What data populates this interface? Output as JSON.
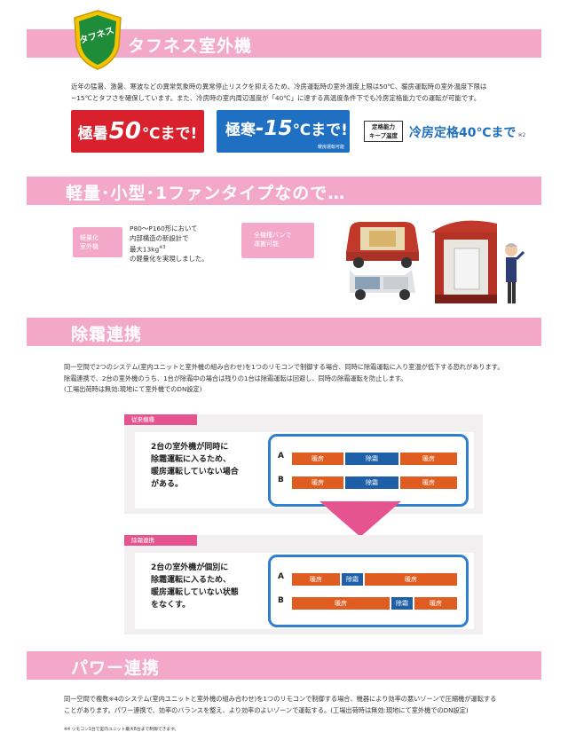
{
  "toughness": {
    "badge_text": "タフネス",
    "title": "タフネス室外機",
    "paragraph": [
      "近年の猛暑、激暑、寒波などの異常気象時の異常停止リスクを抑えるため、冷房運転時の室外温度上限は50℃、暖房運転時の室外温度下限は",
      "−15℃とタフさを確保しています。また、冷房時の室内周辺温度が「40℃」に達する高温度条件下でも冷房定格能力での運転が可能です。"
    ],
    "heat_box": {
      "prefix": "極暑",
      "big": "50",
      "suffix": "℃まで!"
    },
    "cold_box": {
      "prefix": "極寒",
      "big": "-15",
      "suffix": "℃まで!",
      "note": "暖房運転可能"
    },
    "keep_label": [
      "定格能力",
      "キープ温度"
    ],
    "cool_label": "冷房定格40℃まで",
    "cool_note": "※2",
    "colors": {
      "red": "#d9212e",
      "blue": "#1f6fc2",
      "pink": "#f3a7c9"
    }
  },
  "light": {
    "title": "軽量･小型･1ファンタイプなので…",
    "tag1": [
      "軽量化",
      "室外機"
    ],
    "desc": [
      "P80〜P160形において",
      "内部構造の新設計で",
      "最大13kg",
      "の軽量化を実現しました。"
    ],
    "desc_sup": "※3",
    "tag2": [
      "全機種バンで",
      "運搬可能"
    ]
  },
  "defrost": {
    "title": "除霜連携",
    "paragraph": [
      "同一空間で2つのシステム(室内ユニットと室外機の組み合わせ)を1つのリモコンで制御する場合、同時に除霜運転に入り室温が低下する恐れがあります。",
      "除霜連携で、2台の室外機のうち、1台が除霜中の場合は残りの1台は除霜運転は回避し、同時の除霜運転を防止します。",
      "(工場出荷時は無効:現地にて室外機でのDN設定)"
    ],
    "before": {
      "tag": "従来機種",
      "text": [
        "2台の室外機が同時に",
        "除霜運転に入るため、",
        "暖房運転していない場合",
        "がある。"
      ],
      "rows": [
        {
          "label": "A",
          "segs": [
            "暖房",
            "除霜",
            "暖房"
          ]
        },
        {
          "label": "B",
          "segs": [
            "暖房",
            "除霜",
            "暖房"
          ]
        }
      ]
    },
    "after": {
      "tag": "除霜連携",
      "text": [
        "2台の室外機が個別に",
        "除霜運転に入るため、",
        "暖房運転していない状態",
        "をなくす。"
      ],
      "rows": [
        {
          "label": "A",
          "segs": [
            "暖房",
            "除霜",
            "暖房"
          ]
        },
        {
          "label": "B",
          "segs": [
            "暖房",
            "除霜",
            "暖房"
          ]
        }
      ]
    },
    "colors": {
      "heat": "#e05d22",
      "defrost": "#1f5fa8",
      "frame": "#2f7fd0"
    }
  },
  "power": {
    "title": "パワー連携",
    "paragraph": [
      "同一空間で複数※4のシステム(室内ユニットと室外機の組み合わせ)を1つのリモコンで制御する場合、機器により効率の悪いゾーンで圧縮機が運転する",
      "ことがあります。パワー連携で、効率のバランスを整え、より効率のよいゾーンで運転する。(工場出荷時は無効:現地にて室外機でのDN設定)"
    ],
    "footnote": "※4 リモコン1台で室内ユニット最大8台まで制御できます。"
  }
}
